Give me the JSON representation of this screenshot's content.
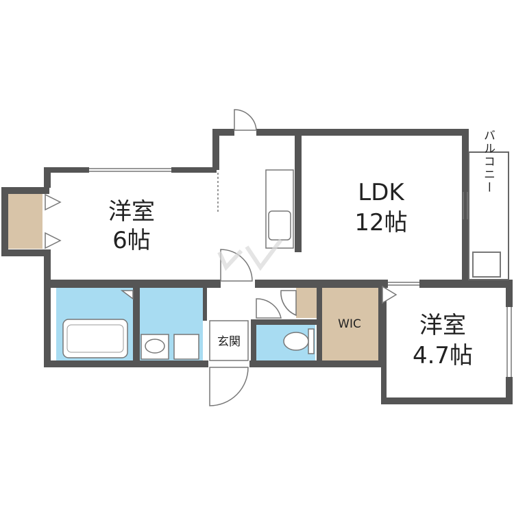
{
  "rooms": {
    "western_room_left": {
      "name": "洋室",
      "size": "6帖"
    },
    "ldk": {
      "name": "LDK",
      "size": "12帖"
    },
    "western_room_right": {
      "name": "洋室",
      "size": "4.7帖"
    },
    "wic": {
      "name": "WIC"
    },
    "entrance": {
      "name": "玄関"
    },
    "balcony": {
      "name": "バルコニー"
    }
  },
  "colors": {
    "wall": "#555555",
    "wet_area": "#a8dcf2",
    "storage": "#d8c4a8",
    "watermark": "#d9d9d9"
  }
}
